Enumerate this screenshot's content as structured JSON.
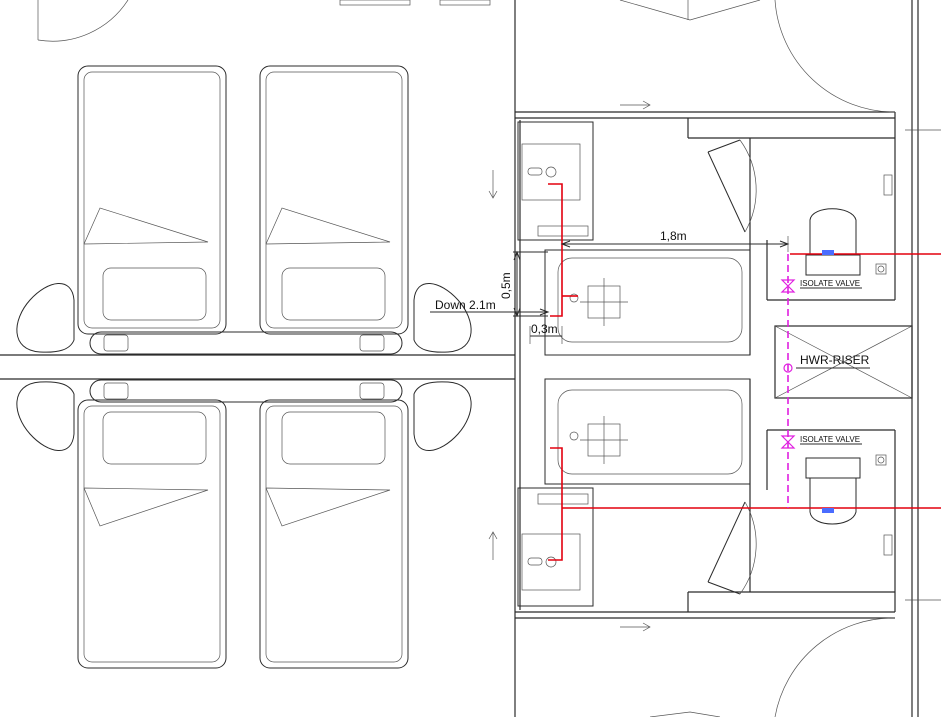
{
  "labels": {
    "dim_horizontal": "1,8m",
    "dim_vertical": "0,5m",
    "dim_short": "0,3m",
    "down_note": "Down 2.1m",
    "isolate_valve_top": "ISOLATE VALVE",
    "isolate_valve_bottom": "ISOLATE VALVE",
    "riser": "HWR-RISER"
  },
  "colors": {
    "hot_water_pipe": "#e3000f",
    "return_riser_pipe": "#e020e0",
    "linework": "#2b2b2b"
  }
}
